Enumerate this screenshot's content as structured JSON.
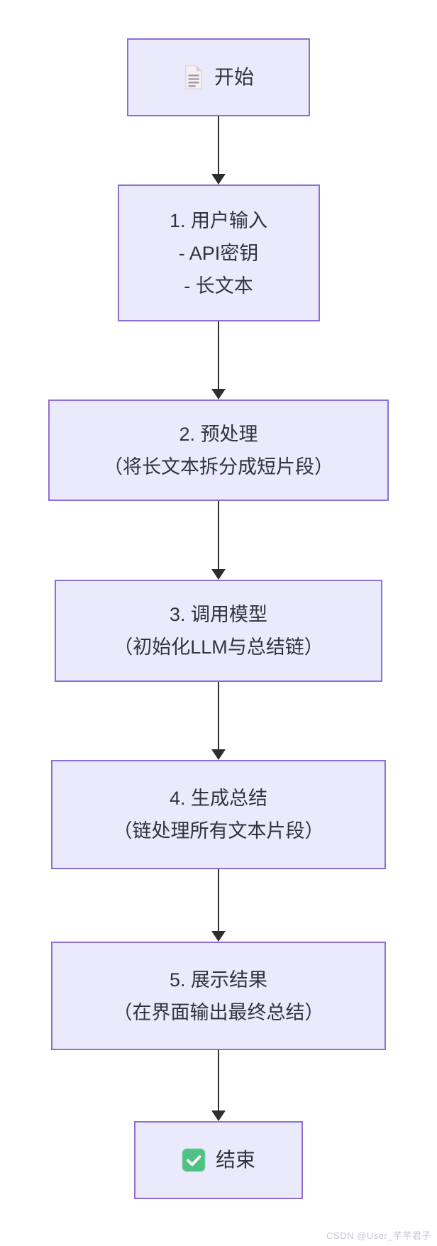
{
  "page": {
    "watermark": "CSDN @User_芊芊君子"
  },
  "colors": {
    "node_border": "#8d6fd4",
    "node_fill": "#ebeafc",
    "text": "#32323c",
    "arrow": "#2e2e2e",
    "check_green": "#4ec183",
    "watermark": "#c8c4d9"
  },
  "flowchart": {
    "nodes": [
      {
        "id": "start",
        "icon": "document-icon",
        "lines": [
          "开始"
        ]
      },
      {
        "id": "step1",
        "lines": [
          "1. 用户输入",
          "- API密钥",
          "- 长文本"
        ]
      },
      {
        "id": "step2",
        "lines": [
          "2. 预处理",
          "（将长文本拆分成短片段）"
        ]
      },
      {
        "id": "step3",
        "lines": [
          "3. 调用模型",
          "（初始化LLM与总结链）"
        ]
      },
      {
        "id": "step4",
        "lines": [
          "4. 生成总结",
          "（链处理所有文本片段）"
        ]
      },
      {
        "id": "step5",
        "lines": [
          "5. 展示结果",
          "（在界面输出最终总结）"
        ]
      },
      {
        "id": "end",
        "icon": "check-icon",
        "lines": [
          "结束"
        ]
      }
    ]
  }
}
